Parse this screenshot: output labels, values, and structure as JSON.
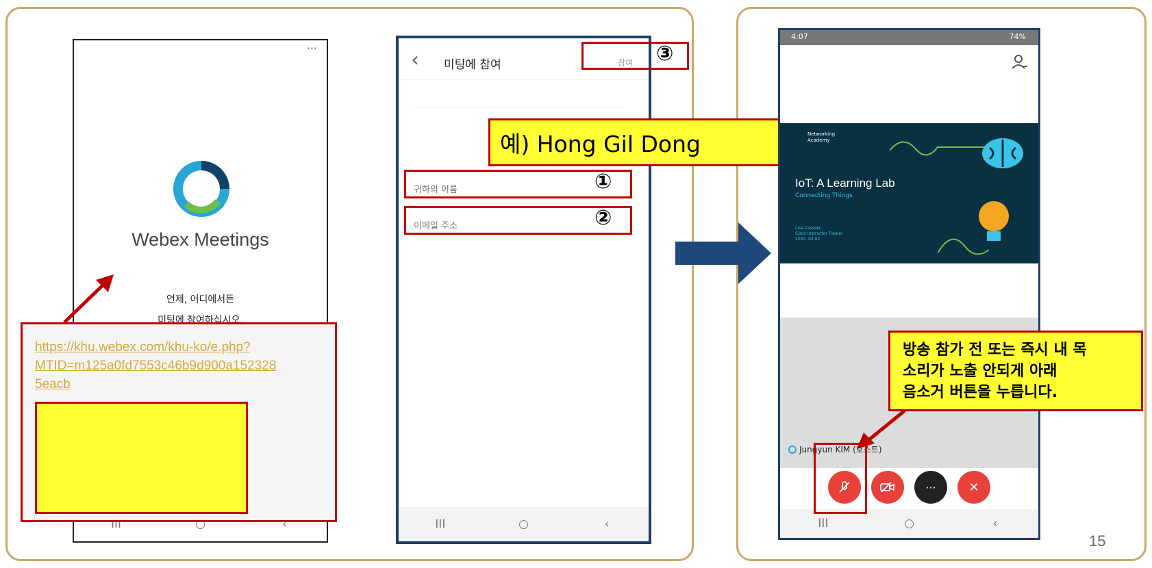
{
  "left_phone": {
    "menu_dots": "···",
    "app_name": "Webex Meetings",
    "tagline_line1": "언제, 어디에서든",
    "tagline_line2": "미팅에 참여하십시오."
  },
  "link_callout": {
    "url_line1": "https://khu.webex.com/khu-ko/e.php?",
    "url_line2": "MTID=m125a0fd7553c46b9d900a152328",
    "url_line3": "5eacb"
  },
  "join_phone": {
    "back_glyph": "‹",
    "title": "미팅에 참여",
    "join_label": "참여",
    "name_placeholder": "귀하의 이름",
    "email_placeholder": "이메일 주소"
  },
  "badges": {
    "one": "①",
    "two": "②",
    "three": "③"
  },
  "example_callout": {
    "text": "예) Hong Gil Dong"
  },
  "meeting_phone": {
    "status_time": "4:07",
    "status_right": "74%",
    "slide_brand_line1": "Networking",
    "slide_brand_line2": "Academy",
    "slide_title": "IoT: A Learning Lab",
    "slide_subtitle": "Connecting Things",
    "slide_presenter_line1": "Lisa Cassola",
    "slide_presenter_line2": "Cisco Instructor Trainer",
    "slide_presenter_line3": "2020. 03.02",
    "host_label": "Jungyun KIM (호스트)",
    "more_glyph": "···",
    "end_glyph": "✕"
  },
  "mute_callout": {
    "line1": "방송 참가 전 또는 즉시 내 목",
    "line2": "소리가 노출 안되게 아래",
    "line3": "음소거 버튼을 누릅니다."
  },
  "nav_glyphs": {
    "recent": "III",
    "home": "○",
    "back": "‹"
  },
  "page_number": "15",
  "colors": {
    "panel_border": "#c9a86a",
    "highlight_red": "#c00000",
    "callout_yellow": "#ffff33",
    "arrow_blue": "#1f497d",
    "webex_red": "#e8413b",
    "link_gold": "#d4a93c"
  }
}
